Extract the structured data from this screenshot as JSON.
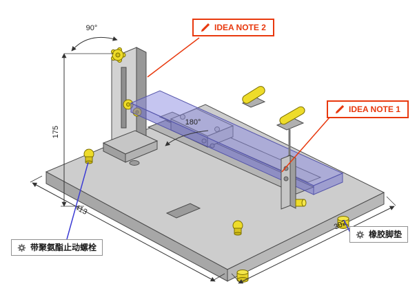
{
  "callouts": {
    "idea_note_1": {
      "label": "IDEA NOTE 1"
    },
    "idea_note_2": {
      "label": "IDEA NOTE 2"
    },
    "stop_bolt": {
      "label": "带聚氨酯止动螺栓"
    },
    "rubber_foot": {
      "label": "橡胶脚垫"
    }
  },
  "dimensions": {
    "height": "175",
    "edge_left": "413",
    "edge_right": "302",
    "angle_top": "90°",
    "angle_middle": "180°"
  },
  "colors": {
    "callout_red": "#e8380d",
    "leader_blue": "#3b3bd4",
    "plate_purple": "#8c8ce1",
    "part_yellow": "#eedc2a",
    "metal_gray": "#c8c8c8"
  }
}
